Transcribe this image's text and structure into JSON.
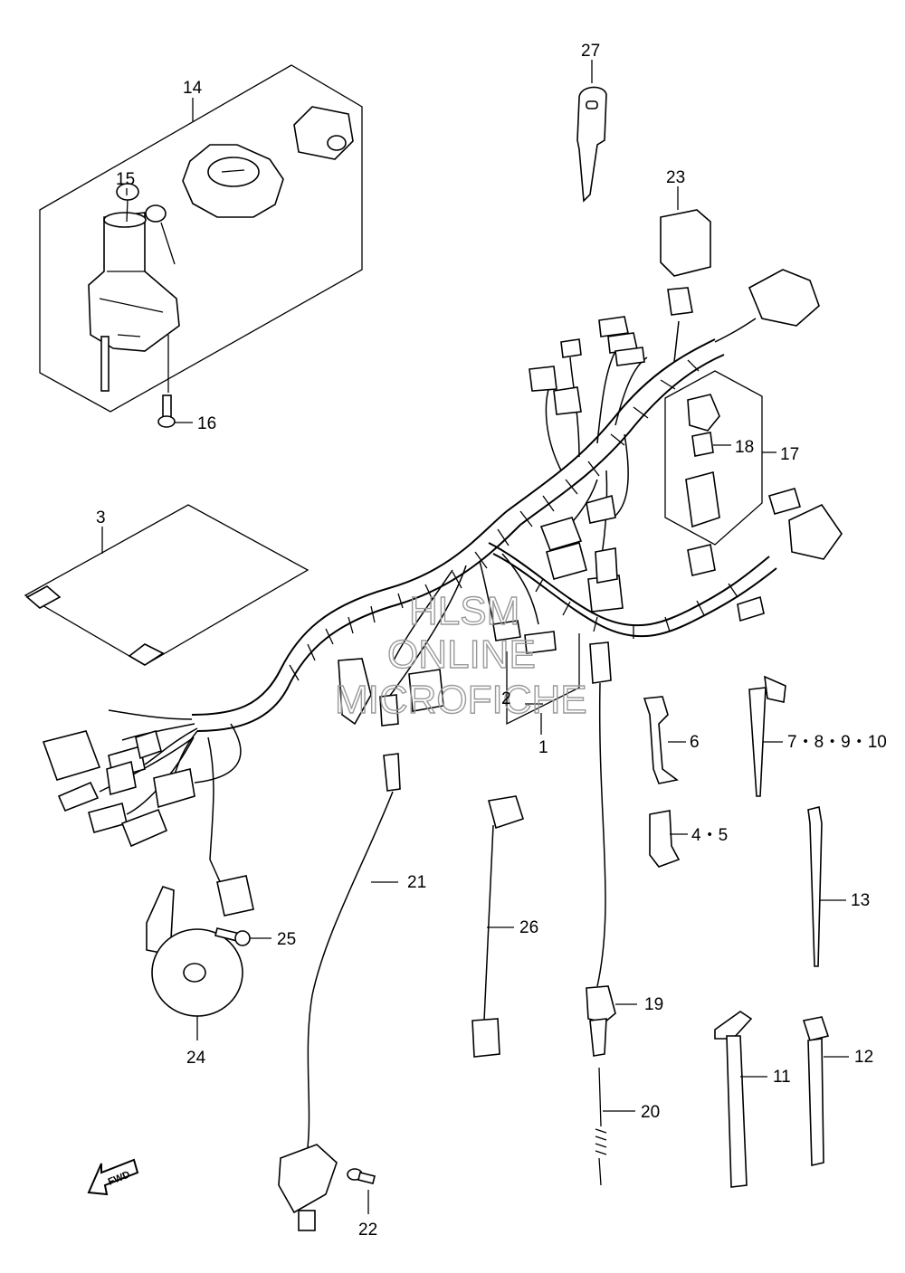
{
  "watermark": {
    "line1": "HLSM",
    "line2": "ONLINE",
    "line3": "MICROFICHE"
  },
  "fwd_label": "FWD",
  "labels": {
    "l1": "1",
    "l2": "2",
    "l3": "3",
    "l4_5": "4・5",
    "l6": "6",
    "l7_10": "7・8・9・10",
    "l11": "11",
    "l12": "12",
    "l13": "13",
    "l14": "14",
    "l15": "15",
    "l16": "16",
    "l17": "17",
    "l18": "18",
    "l19": "19",
    "l20": "20",
    "l21": "21",
    "l22": "22",
    "l23": "23",
    "l24": "24",
    "l25": "25",
    "l26": "26",
    "l27": "27"
  },
  "icons": {
    "fwd_arrow": "fwd-arrow-icon",
    "harness": "wiring-harness-part",
    "ignition": "ignition-switch-part",
    "horn": "horn-part"
  }
}
